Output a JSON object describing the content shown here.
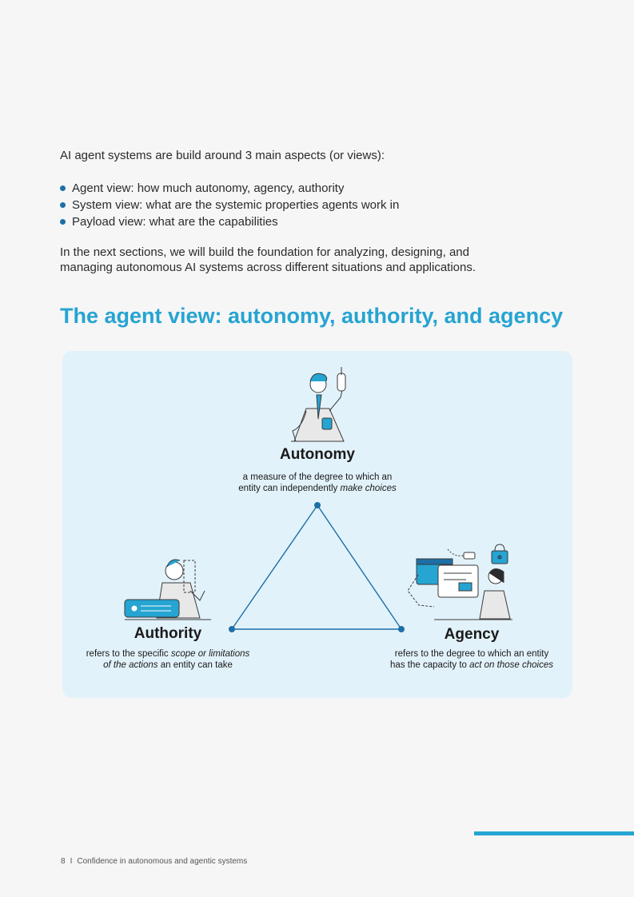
{
  "intro": {
    "lead": "AI agent systems are build around 3 main aspects (or views):",
    "bullets": [
      "Agent view: how much autonomy, agency, authority",
      "System view: what are the systemic properties agents work in",
      "Payload view: what are the capabilities"
    ],
    "next_line1": "In the next sections, we will build the foundation for analyzing, designing, and",
    "next_line2": "managing autonomous AI systems across different situations and applications."
  },
  "section_heading": "The agent view: autonomy, authority, and agency",
  "diagram": {
    "autonomy": {
      "title": "Autonomy",
      "desc_line1": "a measure of the degree to which an",
      "desc_line2_plain": "entity can independently ",
      "desc_line2_em": "make choices"
    },
    "authority": {
      "title": "Authority",
      "desc_line1_plain": "refers to the specific ",
      "desc_line1_em": "scope or limitations",
      "desc_line2_em": "of the actions",
      "desc_line2_plain": " an entity can take"
    },
    "agency": {
      "title": "Agency",
      "desc_line1": "refers to the degree to which an entity",
      "desc_line2_plain": "has the capacity to ",
      "desc_line2_em": "act on those choices"
    }
  },
  "footer": {
    "page_number": "8",
    "separator": "I",
    "title": "Confidence in autonomous and agentic systems"
  },
  "colors": {
    "accent": "#26a4d2",
    "panel": "#e2f2fa",
    "triangle": "#1d6fa6"
  }
}
